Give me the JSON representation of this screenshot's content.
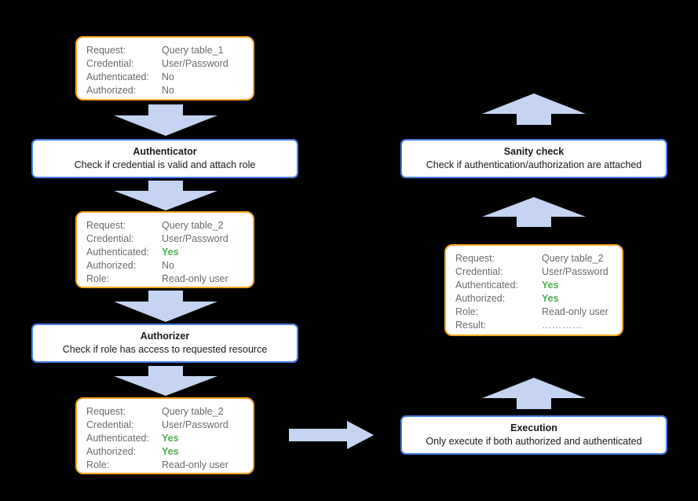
{
  "diagram": {
    "title_visible": false,
    "background_color": "#000000",
    "accent_colors": {
      "card_border_orange": "#f9a825",
      "process_border_blue": "#4a7fe8",
      "arrow_fill": "#c5d4f2",
      "label_gray": "#6b6b6b",
      "yes_green": "#4caf50"
    }
  },
  "cards": {
    "request_initial": {
      "name": "initial-request-card",
      "rows": [
        {
          "label": "Request:",
          "value": "Query table_1",
          "highlight": false
        },
        {
          "label": "Credential:",
          "value": "User/Password",
          "highlight": false
        },
        {
          "label": "Authenticated:",
          "value": "No",
          "highlight": false
        },
        {
          "label": "Authorized:",
          "value": "No",
          "highlight": false
        }
      ]
    },
    "request_authenticated": {
      "name": "authenticated-request-card",
      "rows": [
        {
          "label": "Request:",
          "value": "Query table_2",
          "highlight": false
        },
        {
          "label": "Credential:",
          "value": "User/Password",
          "highlight": false
        },
        {
          "label": "Authenticated:",
          "value": "Yes",
          "highlight": true
        },
        {
          "label": "Authorized:",
          "value": "No",
          "highlight": false
        },
        {
          "label": "Role:",
          "value": "Read-only user",
          "highlight": false
        }
      ]
    },
    "request_authorized": {
      "name": "authorized-request-card",
      "rows": [
        {
          "label": "Request:",
          "value": "Query table_2",
          "highlight": false
        },
        {
          "label": "Credential:",
          "value": "User/Password",
          "highlight": false
        },
        {
          "label": "Authenticated:",
          "value": "Yes",
          "highlight": true
        },
        {
          "label": "Authorized:",
          "value": "Yes",
          "highlight": true
        },
        {
          "label": "Role:",
          "value": "Read-only user",
          "highlight": false
        }
      ]
    },
    "request_executed": {
      "name": "executed-request-card",
      "rows": [
        {
          "label": "Request:",
          "value": "Query table_2",
          "highlight": false
        },
        {
          "label": "Credential:",
          "value": "User/Password",
          "highlight": false
        },
        {
          "label": "Authenticated:",
          "value": "Yes",
          "highlight": true
        },
        {
          "label": "Authorized:",
          "value": "Yes",
          "highlight": true
        },
        {
          "label": "Role:",
          "value": "Read-only user",
          "highlight": false
        },
        {
          "label": "Result:",
          "value": "…………",
          "highlight": false,
          "dots": true
        }
      ]
    }
  },
  "processes": {
    "authenticator": {
      "title": "Authenticator",
      "subtitle": "Check if credential is valid and attach role"
    },
    "authorizer": {
      "title": "Authorizer",
      "subtitle": "Check if role has access to requested resource"
    },
    "execution": {
      "title": "Execution",
      "subtitle": "Only execute if both authorized and authenticated"
    },
    "sanity_check": {
      "title": "Sanity check",
      "subtitle": "Check if authentication/authorization are attached"
    }
  },
  "arrows": [
    {
      "name": "arrow-request-to-authenticator",
      "direction": "down"
    },
    {
      "name": "arrow-authenticator-to-authenticated-card",
      "direction": "down"
    },
    {
      "name": "arrow-authenticated-card-to-authorizer",
      "direction": "down"
    },
    {
      "name": "arrow-authorizer-to-authorized-card",
      "direction": "down"
    },
    {
      "name": "arrow-authorized-card-to-execution",
      "direction": "right"
    },
    {
      "name": "arrow-execution-to-executed-card",
      "direction": "up"
    },
    {
      "name": "arrow-executed-card-to-sanity-check",
      "direction": "up"
    },
    {
      "name": "arrow-sanity-check-out",
      "direction": "up"
    }
  ]
}
